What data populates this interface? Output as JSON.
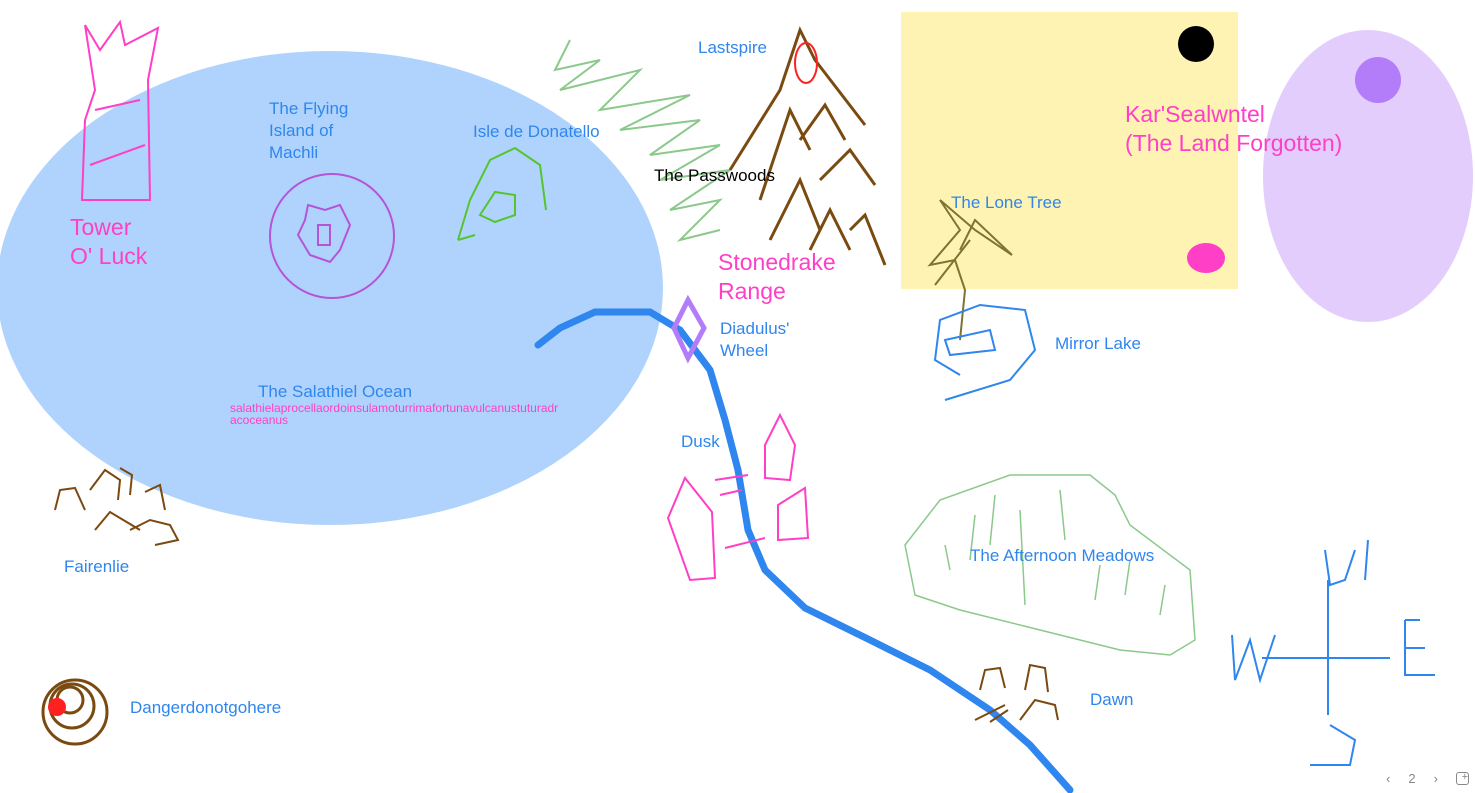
{
  "labels": {
    "tower": "Tower\nO' Luck",
    "flying_island": "The Flying\nIsland of\nMachli",
    "isle": "Isle de Donatello",
    "lastspire": "Lastspire",
    "passwoods": "The Passwoods",
    "stonedrake": "Stonedrake\nRange",
    "karsealwntel": "Kar'Sealwntel\n(The Land Forgotten)",
    "lone_tree": "The Lone Tree",
    "diadulus": "Diadulus'\nWheel",
    "mirror_lake": "Mirror Lake",
    "ocean": "The Salathiel Ocean",
    "ocean_latin": "salathielaprocellaordoinsulamoturrimafortunavulcanustuturadracoceanus",
    "dusk": "Dusk",
    "fairenlie": "Fairenlie",
    "meadows": "The Afternoon Meadows",
    "dawn": "Dawn",
    "danger": "Dangerdonotgohere"
  },
  "pager": {
    "prev": "‹",
    "page": "2",
    "next": "›",
    "add_page": "+"
  },
  "colors": {
    "ocean": "#b0d3fd",
    "river": "#2f86ee",
    "label": "#2f86ee",
    "accent": "#ff3fc6",
    "sand": "#fef3b3",
    "lilac": "#e2cdfd"
  }
}
